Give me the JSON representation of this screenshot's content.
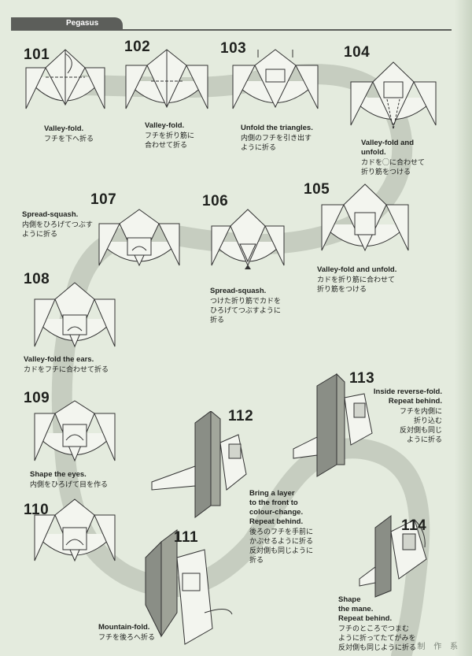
{
  "header": {
    "title": "Pegasus"
  },
  "steps": [
    {
      "num": "101",
      "en": [
        "Valley-fold."
      ],
      "jp": [
        "フチを下へ折る"
      ]
    },
    {
      "num": "102",
      "en": [
        "Valley-fold."
      ],
      "jp": [
        "フチを折り筋に",
        "合わせて折る"
      ]
    },
    {
      "num": "103",
      "en": [
        "Unfold the triangles."
      ],
      "jp": [
        "内側のフチを引き出す",
        "ように折る"
      ]
    },
    {
      "num": "104",
      "en": [
        "Valley-fold and",
        "unfold."
      ],
      "jp": [
        "カドを◯に合わせて",
        "折り筋をつける"
      ]
    },
    {
      "num": "105",
      "en": [
        "Valley-fold and unfold."
      ],
      "jp": [
        "カドを折り筋に合わせて",
        "折り筋をつける"
      ]
    },
    {
      "num": "106",
      "en": [
        "Spread-squash."
      ],
      "jp": [
        "つけた折り筋でカドを",
        "ひろげてつぶすように",
        "折る"
      ]
    },
    {
      "num": "107",
      "en": [
        "Spread-squash."
      ],
      "jp": [
        "内側をひろげてつぶす",
        "ように折る"
      ]
    },
    {
      "num": "108",
      "en": [
        "Valley-fold the ears."
      ],
      "jp": [
        "カドをフチに合わせて折る"
      ]
    },
    {
      "num": "109",
      "en": [
        "Shape the eyes."
      ],
      "jp": [
        "内側をひろげて目を作る"
      ]
    },
    {
      "num": "110",
      "en": [],
      "jp": []
    },
    {
      "num": "111",
      "en": [
        "Mountain-fold."
      ],
      "jp": [
        "フチを後ろへ折る"
      ]
    },
    {
      "num": "112",
      "en": [
        "Bring a layer",
        "to the front to",
        "colour-change.",
        "Repeat behind."
      ],
      "jp": [
        "後ろのフチを手前に",
        "かぶせるように折る",
        "反対側も同じように",
        "折る"
      ]
    },
    {
      "num": "113",
      "en": [
        "Inside reverse-fold.",
        "Repeat behind."
      ],
      "jp": [
        "フチを内側に",
        "折り込む",
        "反対側も同じ",
        "ように折る"
      ]
    },
    {
      "num": "114",
      "en": [
        "Shape",
        "the mane.",
        "Repeat behind."
      ],
      "jp": [
        "フチのところでつまむ",
        "ように折ってたてがみを",
        "反対側も同じように折る"
      ]
    }
  ],
  "watermark": "制 作 系",
  "colors": {
    "background": "#e4ebde",
    "path": "#c6cdc0",
    "ink": "#1f211e",
    "paper_shade": "#8a8e86",
    "tab": "#5c5e5a"
  }
}
